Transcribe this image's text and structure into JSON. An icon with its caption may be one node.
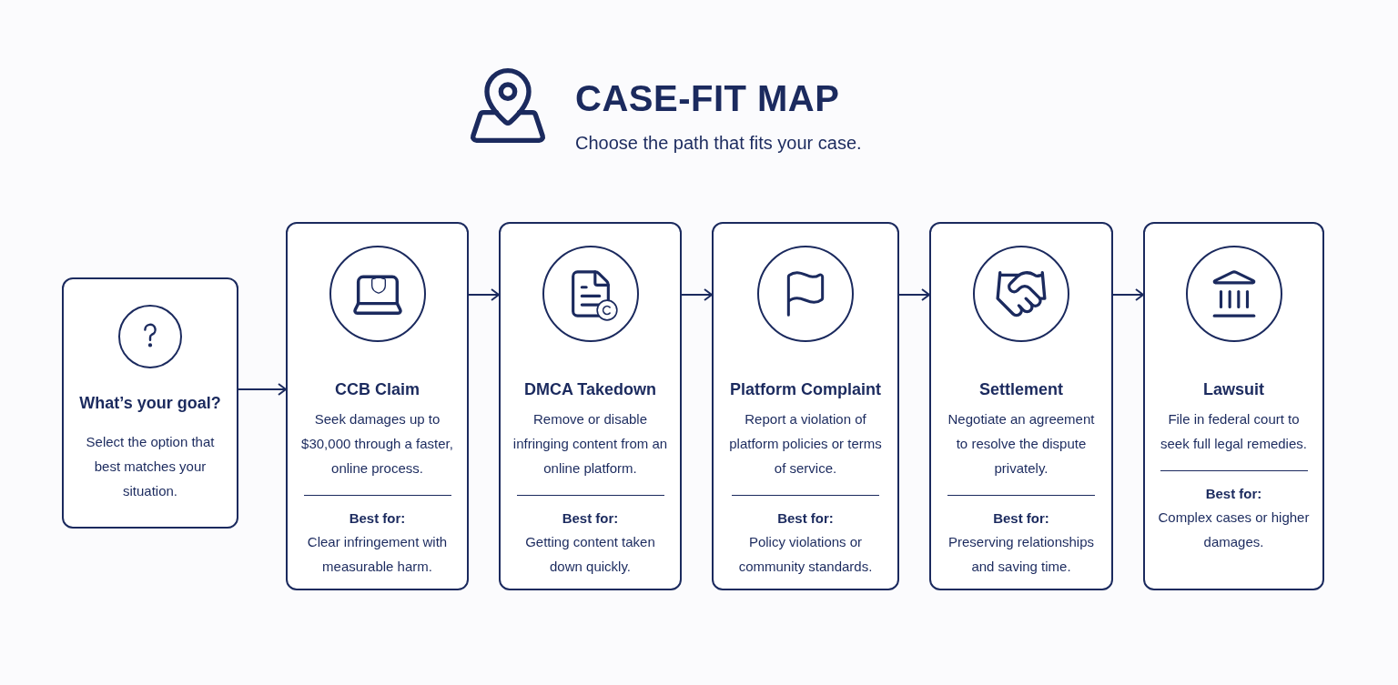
{
  "diagram": {
    "title": "CASE-FIT MAP",
    "nodes": [
      {
        "text": [
          "What’s your goal?",
          "Select the option that best matches your situation."
        ]
      },
      {
        "text": [
          "CCB Claim",
          "Seek damages up to $30,000 through a faster, online process.",
          "Best for:",
          "Clear infringement with measurable harm."
        ]
      },
      {
        "text": [
          "DMCA Takedown",
          "Remove or disable infringing content from an online platform.",
          "Best for:",
          "Getting content taken down quickly."
        ]
      },
      {
        "text": [
          "Platform Complaint",
          "Report a violation of platform policies or terms of service.",
          "Best for:",
          "Policy violations or community standards."
        ]
      },
      {
        "text": [
          "Settlement",
          "Negotiate an agreement to resolve the dispute privately.",
          "Best for:",
          "Preserving relationships and saving time."
        ]
      },
      {
        "text": [
          "Lawsuit",
          "File in federal court to seek full legal remedies.",
          "Best for:",
          "Complex cases or higher damages."
        ]
      }
    ],
    "edges": [
      {
        "from": 0,
        "to": 1,
        "arrow": "to"
      },
      {
        "from": 1,
        "to": 2,
        "arrow": "to"
      },
      {
        "from": 2,
        "to": 3,
        "arrow": "to"
      },
      {
        "from": 3,
        "to": 4,
        "arrow": "to"
      },
      {
        "from": 4,
        "to": 5,
        "arrow": "to"
      }
    ],
    "labels": [
      "Choose the path that fits your case."
    ]
  }
}
